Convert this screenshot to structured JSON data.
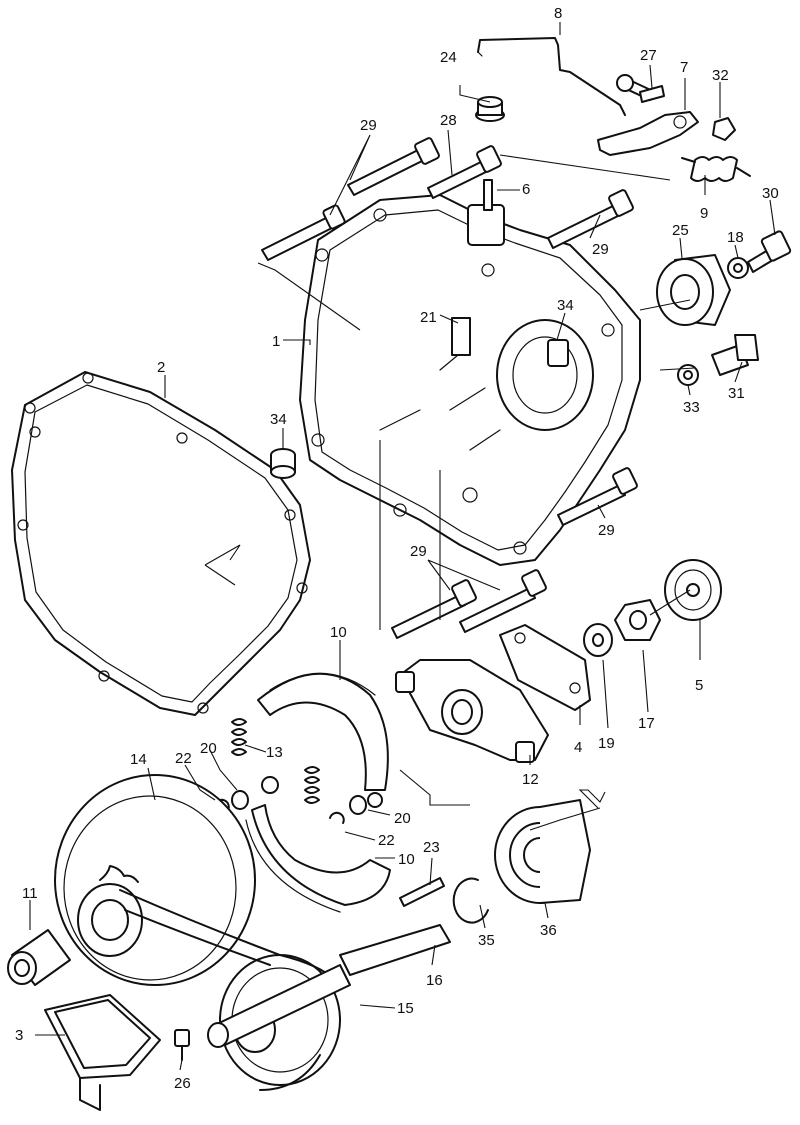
{
  "diagram": {
    "labels": {
      "l1": "1",
      "l2": "2",
      "l3": "3",
      "l4": "4",
      "l5": "5",
      "l6": "6",
      "l7": "7",
      "l8": "8",
      "l9": "9",
      "l10a": "10",
      "l10b": "10",
      "l11": "11",
      "l12": "12",
      "l13": "13",
      "l14": "14",
      "l15": "15",
      "l16": "16",
      "l17": "17",
      "l18": "18",
      "l19": "19",
      "l20a": "20",
      "l20b": "20",
      "l21": "21",
      "l22a": "22",
      "l22b": "22",
      "l23": "23",
      "l24": "24",
      "l25": "25",
      "l26": "26",
      "l27": "27",
      "l28": "28",
      "l29a": "29",
      "l29b": "29",
      "l29c": "29",
      "l29d": "29",
      "l30": "30",
      "l31": "31",
      "l32": "32",
      "l33": "33",
      "l34a": "34",
      "l34b": "34",
      "l35": "35",
      "l36": "36"
    }
  }
}
